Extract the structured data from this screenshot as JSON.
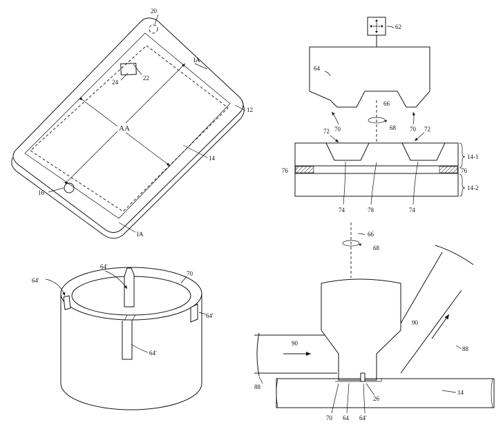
{
  "figure_tablet": {
    "labels": {
      "sensor": "20",
      "inactive_top": "IA",
      "component": "22",
      "window": "24",
      "active_area": "AA",
      "housing": "12",
      "display": "14",
      "button": "16",
      "inactive_bottom": "IA"
    }
  },
  "figure_press": {
    "labels": {
      "positioner": "62",
      "head": "64",
      "axis": "66",
      "rotation": "68",
      "protrusion_left": "70",
      "protrusion_right": "70",
      "recess_left": "72",
      "recess_right": "72",
      "layer_upper": "14-1",
      "adhesive_left": "76",
      "adhesive_right": "76",
      "layer_lower": "14-2",
      "feature_left": "74",
      "center": "78",
      "feature_right": "74"
    }
  },
  "figure_cylinder": {
    "labels": {
      "slot_top": "64'",
      "rim": "70",
      "slot_left": "64'",
      "slot_right": "64'",
      "slot_front": "64'"
    }
  },
  "figure_nozzle": {
    "labels": {
      "axis": "66",
      "rotation": "68",
      "flow_left": "90",
      "flow_right": "90",
      "pipe_right": "88",
      "pipe_left": "88",
      "substrate": "14",
      "tip_ring": "70",
      "tip": "64",
      "tip_slot": "64'",
      "gap": "26"
    }
  }
}
